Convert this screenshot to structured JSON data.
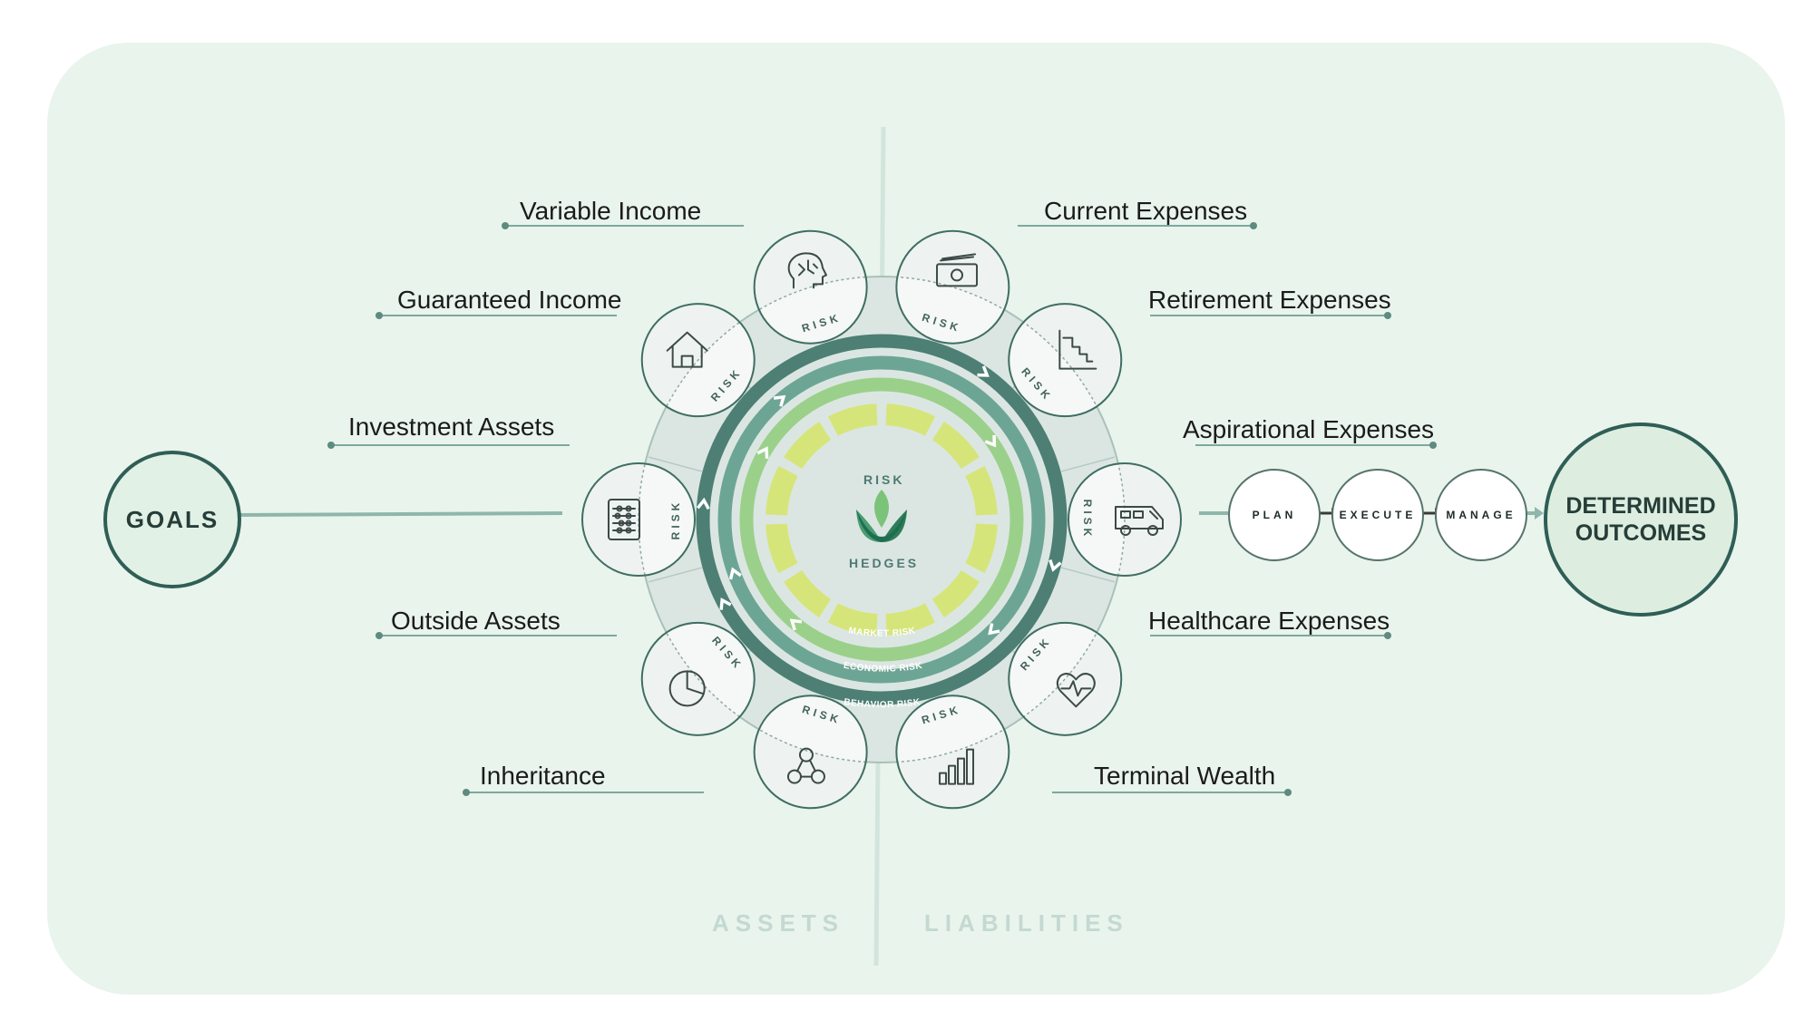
{
  "goals": "GOALS",
  "outcomes": {
    "line1": "DETERMINED",
    "line2": "OUTCOMES"
  },
  "sides": {
    "assets": "ASSETS",
    "liabilities": "LIABILITIES"
  },
  "center": {
    "top": "RISK",
    "bottom": "HEDGES",
    "logo": "leaf-logo-icon"
  },
  "rings": {
    "market": "MARKET RISK",
    "economic": "ECONOMIC RISK",
    "behavior": "BEHAVIOR RISK"
  },
  "risk_tag": "RISK",
  "process": [
    "PLAN",
    "EXECUTE",
    "MANAGE"
  ],
  "assets": [
    {
      "label": "Variable Income",
      "icon": "brain-head-icon"
    },
    {
      "label": "Guaranteed Income",
      "icon": "house-icon"
    },
    {
      "label": "Investment Assets",
      "icon": "abacus-icon"
    },
    {
      "label": "Outside Assets",
      "icon": "pie-chart-icon"
    },
    {
      "label": "Inheritance",
      "icon": "people-network-icon"
    }
  ],
  "liabilities": [
    {
      "label": "Current Expenses",
      "icon": "money-icon"
    },
    {
      "label": "Retirement Expenses",
      "icon": "step-chart-icon"
    },
    {
      "label": "Aspirational Expenses",
      "icon": "rv-camper-icon"
    },
    {
      "label": "Healthcare Expenses",
      "icon": "heart-pulse-icon"
    },
    {
      "label": "Terminal Wealth",
      "icon": "bar-signal-icon"
    }
  ],
  "colors": {
    "panel": "#e9f4ec",
    "behavior": "#4d7f74",
    "economic": "#6da594",
    "market": "#9bd08a",
    "inner": "#d6e57a",
    "node_stroke": "#3f6e63",
    "outcome_fill": "#ddeee1"
  }
}
